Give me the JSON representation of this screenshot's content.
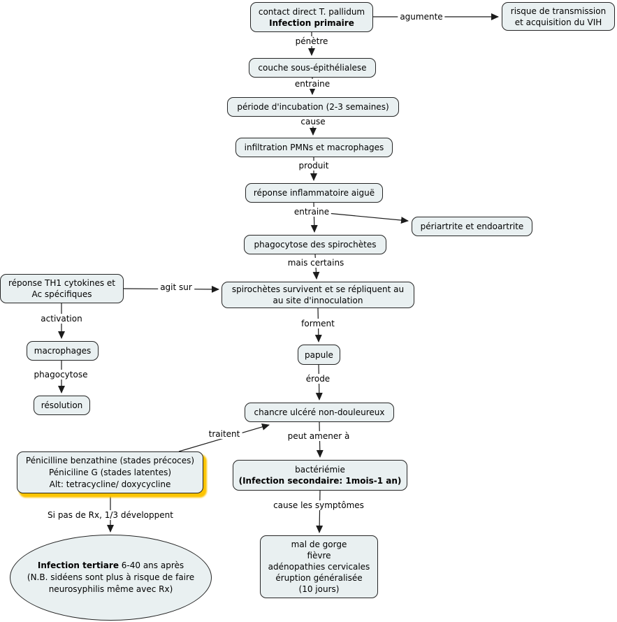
{
  "title": "Carte conceptuelle - Syphilis (T. pallidum)",
  "colors": {
    "background": "#ffffff",
    "node_fill": "#e9f0f1",
    "node_border": "#252525",
    "treatment_highlight": "#fdc402",
    "connector": "#1c1c1c"
  },
  "nodes": {
    "contact": {
      "line1": "contact direct T. pallidum",
      "line2": "Infection primaire"
    },
    "risque": {
      "line1": "risque de transmission",
      "line2": "et acquisition du VIH"
    },
    "couche": {
      "text": "couche sous-épithélialese"
    },
    "periode": {
      "text": "période d'incubation (2-3 semaines)"
    },
    "infiltration": {
      "text": "infiltration PMNs et macrophages"
    },
    "reponse_inflammatoire": {
      "text": "réponse inflammatoire aiguë"
    },
    "periartrite": {
      "text": "périartrite et endoartrite"
    },
    "phagocytose_spirochetes": {
      "text": "phagocytose des spirochètes"
    },
    "th1": {
      "line1": "réponse TH1 cytokines et",
      "line2": "Ac spécifiques"
    },
    "spirochetes_survivent": {
      "line1": "spirochètes survivent et se répliquent au",
      "line2": "au site d'innoculation"
    },
    "macrophages": {
      "text": "macrophages"
    },
    "resolution": {
      "text": "résolution"
    },
    "papule": {
      "text": "papule"
    },
    "chancre": {
      "text": "chancre ulcéré non-douleureux"
    },
    "penicilline": {
      "line1": "Pénicilline benzathine (stades précoces)",
      "line2": "Péniciline G (stades latentes)",
      "line3": "Alt: tetracycline/ doxycycline"
    },
    "bacteriemie": {
      "line1": "bactériémie",
      "line2": "(Infection secondaire: 1mois-1 an)"
    },
    "symptomes": {
      "line1": "mal de gorge",
      "line2": "fièvre",
      "line3": "adénopathies cervicales",
      "line4": "éruption généralisée",
      "line5": "(10 jours)"
    },
    "tertiaire": {
      "line1_bold": "Infection tertiare",
      "line1_rest": " 6-40 ans après",
      "line2": "(N.B. sidéens sont plus à risque de faire",
      "line3": "neurosyphilis même avec Rx)"
    }
  },
  "labels": {
    "agumente": "agumente",
    "penetre": "pénètre",
    "entraine1": "entraine",
    "cause": "cause",
    "produit": "produit",
    "entraine2": "entraine",
    "mais_certains": "mais certains",
    "agit_sur": "agit sur",
    "activation": "activation",
    "phagocytose": "phagocytose",
    "forment": "forment",
    "erode": "érode",
    "traitent": "traitent",
    "peut_amener": "peut amener à",
    "si_pas_rx": "Si pas de Rx, 1/3 développent",
    "cause_symptomes": "cause les symptômes"
  }
}
